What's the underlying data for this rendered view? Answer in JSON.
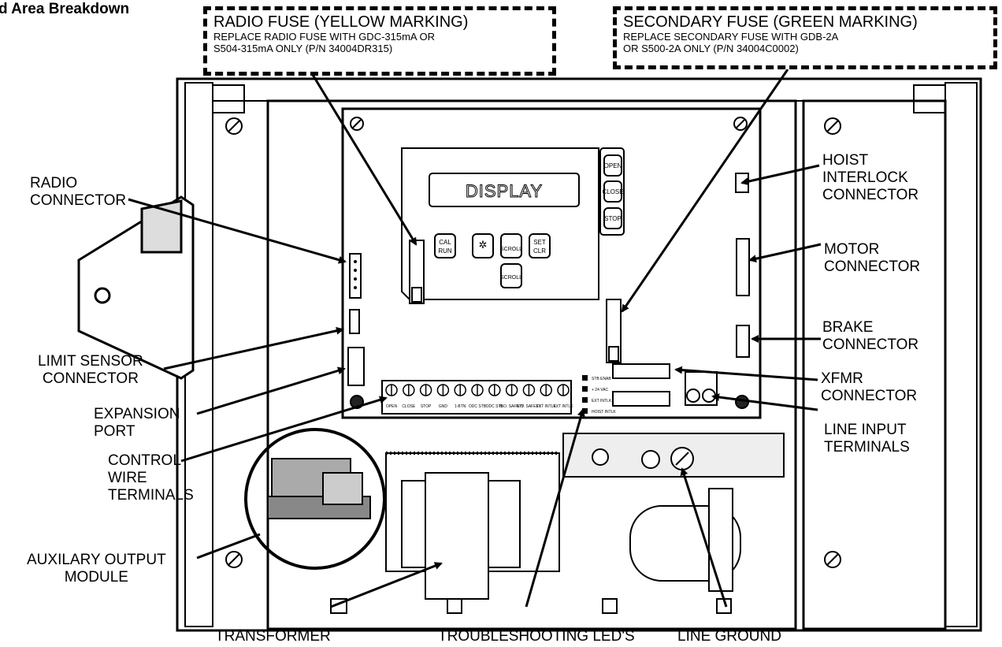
{
  "page_title": "d Area Breakdown",
  "fuse_notes": {
    "radio": {
      "title": "RADIO FUSE (YELLOW MARKING)",
      "line1": "REPLACE RADIO FUSE WITH GDC-315mA OR",
      "line2": "S504-315mA ONLY (P/N 34004DR315)"
    },
    "secondary": {
      "title": "SECONDARY FUSE (GREEN MARKING)",
      "line1": "REPLACE SECONDARY FUSE WITH GDB-2A",
      "line2": "OR S500-2A ONLY (P/N 34004C0002)"
    }
  },
  "labels": {
    "radio_connector": [
      "RADIO",
      "CONNECTOR"
    ],
    "limit_sensor_connector": [
      "LIMIT SENSOR",
      "CONNECTOR"
    ],
    "expansion_port": [
      "EXPANSION",
      "PORT"
    ],
    "control_wire_terminals": [
      "CONTROL",
      "WIRE",
      "TERMINALS"
    ],
    "auxiliary_output_module": [
      "AUXILARY OUTPUT",
      "MODULE"
    ],
    "transformer": "TRANSFORMER",
    "troubleshooting_leds": "TROUBLESHOOTING LED'S",
    "line_ground": "LINE GROUND",
    "hoist_interlock_connector": [
      "HOIST",
      "INTERLOCK",
      "CONNECTOR"
    ],
    "motor_connector": [
      "MOTOR",
      "CONNECTOR"
    ],
    "brake_connector": [
      "BRAKE",
      "CONNECTOR"
    ],
    "xfmr_connector": [
      "XFMR",
      "CONNECTOR"
    ],
    "line_input_terminals": [
      "LINE INPUT",
      "TERMINALS"
    ]
  },
  "board": {
    "display": "DISPLAY",
    "buttons": {
      "open": "OPEN",
      "close": "CLOSE",
      "stop": "STOP",
      "cal": "CAL",
      "run": "RUN",
      "scroll_up": "SCROLL",
      "scroll_down": "SCROLL",
      "set": "SET",
      "clr": "CLR"
    },
    "terminal_labels": [
      "OPEN",
      "CLOSE",
      "STOP",
      "GND",
      "1-BTN",
      "ODC STB",
      "ODC STB",
      "N.O. SAFETY",
      "N.O. SAFETY",
      "EXT INTLK",
      "EXT INTLK"
    ],
    "led_labels": [
      "STB ENAB",
      "+ 24 VAC",
      "EXT INTLK",
      "HOIST INTLK"
    ]
  }
}
